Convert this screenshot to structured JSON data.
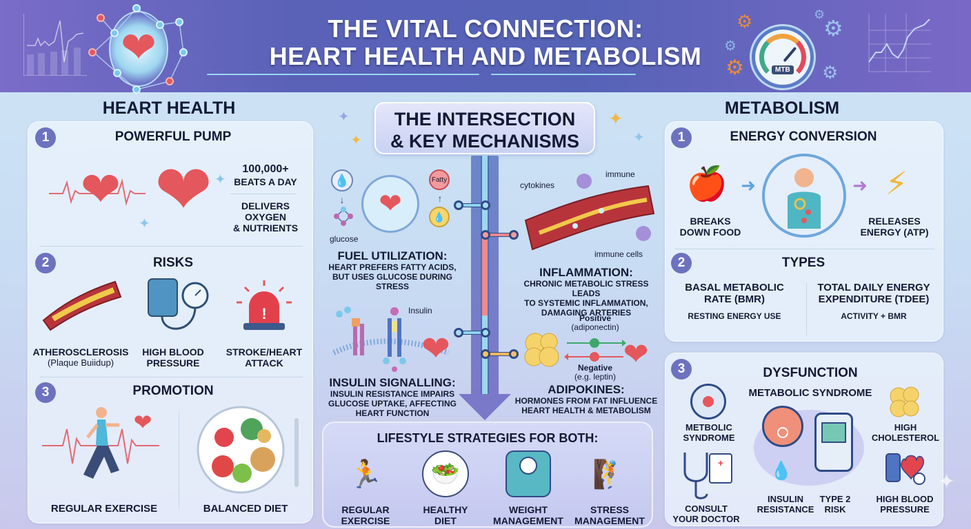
{
  "header": {
    "title_line1": "THE VITAL CONNECTION:",
    "title_line2": "HEART HEALTH AND METABOLISM",
    "gauge_label": "MTB",
    "colors": {
      "header_bg": "#5a62b8",
      "accent_cyan": "#9ad8f0",
      "badge": "#6d72bf"
    }
  },
  "heart_health": {
    "title": "HEART HEALTH",
    "sections": [
      {
        "number": "1",
        "title": "POWERFUL PUMP",
        "stat_value": "100,000+",
        "stat_label": "BEATS A DAY",
        "detail": "DELIVERS OXYGEN & NUTRIENTS",
        "detail_lines": [
          "DELIVERS",
          "OXYGEN",
          "& NUTRIENTS"
        ]
      },
      {
        "number": "2",
        "title": "RISKS",
        "items": [
          {
            "label": "ATHEROSCLEROSIS",
            "sub": "(Plaque Buiidup)",
            "icon": "artery-plaque-icon"
          },
          {
            "label": "HIGH BLOOD",
            "label2": "PRESSURE",
            "icon": "blood-pressure-cuff-icon"
          },
          {
            "label": "STROKE/HEART",
            "label2": "ATTACK",
            "icon": "alarm-siren-icon"
          }
        ]
      },
      {
        "number": "3",
        "title": "PROMOTION",
        "items": [
          {
            "label": "REGULAR EXERCISE",
            "icon": "runner-icon"
          },
          {
            "label": "BALANCED DIET",
            "icon": "food-plate-icon"
          }
        ]
      }
    ]
  },
  "intersection": {
    "title_line1": "THE INTERSECTION",
    "title_line2": "& KEY MECHANISMS",
    "mechanisms": [
      {
        "title": "FUEL UTILIZATION:",
        "text_lines": [
          "HEART PREFERS FATTY ACIDS,",
          "BUT USES GLUCOSE DURING",
          "STRESS"
        ],
        "diagram_labels": {
          "glucose": "glucose",
          "fatty": "Fatty"
        }
      },
      {
        "title": "INFLAMMATION:",
        "text_lines": [
          "CHRONIC METABOLIC STRESS LEADS",
          "TO SYSTEMIC INFLAMMATION,",
          "DAMAGING ARTERIES"
        ],
        "diagram_labels": {
          "cytokines": "cytokines",
          "immune": "immune",
          "immune_cells": "immune cells"
        }
      },
      {
        "title": "INSULIN SIGNALLING:",
        "text_lines": [
          "INSULIN RESISTANCE IMPAIRS",
          "GLUCOSE UPTAKE, AFFECTING",
          "HEART FUNCTION"
        ],
        "diagram_labels": {
          "insulin": "Insulin"
        }
      },
      {
        "title": "ADIPOKINES:",
        "text_lines": [
          "HORMONES FROM FAT INFLUENCE",
          "HEART HEALTH & METABOLISM"
        ],
        "diagram_labels": {
          "positive": "Positive",
          "positive_sub": "(adiponectin)",
          "negative": "Negative",
          "negative_sub": "(e.g. leptin)"
        }
      }
    ],
    "lifestyle": {
      "title": "LIFESTYLE STRATEGIES FOR BOTH:",
      "items": [
        {
          "line1": "REGULAR",
          "line2": "EXERCISE",
          "icon": "runner-icon"
        },
        {
          "line1": "HEALTHY",
          "line2": "DIET",
          "icon": "salad-bowl-icon"
        },
        {
          "line1": "WEIGHT",
          "line2": "MANAGEMENT",
          "icon": "scale-icon"
        },
        {
          "line1": "STRESS",
          "line2": "MANAGEMENT",
          "icon": "meditation-icon"
        }
      ]
    }
  },
  "metabolism": {
    "title": "METABOLISM",
    "sections": [
      {
        "number": "1",
        "title": "ENERGY CONVERSION",
        "left_lines": [
          "BREAKS",
          "DOWN FOOD"
        ],
        "right_lines": [
          "RELEASES",
          "ENERGY (ATP)"
        ]
      },
      {
        "number": "2",
        "title": "TYPES",
        "types": [
          {
            "name_lines": [
              "BASAL METABOLIC",
              "RATE (BMR)"
            ],
            "desc": "RESTING ENERGY USE"
          },
          {
            "name_lines": [
              "TOTAL DAILY ENERGY",
              "EXPENDITURE (TDEE)"
            ],
            "desc": "ACTIVITY + BMR"
          }
        ]
      },
      {
        "number": "3",
        "title": "DYSFUNCTION",
        "subtitle": "METABOLIC SYNDROME",
        "items": [
          {
            "line1": "METBOLIC",
            "line2": "SYNDROME",
            "icon": "abdomen-icon"
          },
          {
            "line1": "HIGH",
            "line2": "CHOLESTEROL",
            "icon": "fat-cells-icon"
          },
          {
            "line1": "CONSULT",
            "line2": "YOUR DOCTOR",
            "icon": "stethoscope-clipboard-icon"
          },
          {
            "line1": "INSULIN",
            "line2": "RESISTANCE",
            "icon": "drop-icon"
          },
          {
            "line1": "TYPE 2",
            "line2": "RISK",
            "icon": "glucose-meter-icon"
          },
          {
            "line1": "HIGH BLOOD",
            "line2": "PRESSURE",
            "icon": "heart-bp-icon"
          }
        ]
      }
    ]
  }
}
